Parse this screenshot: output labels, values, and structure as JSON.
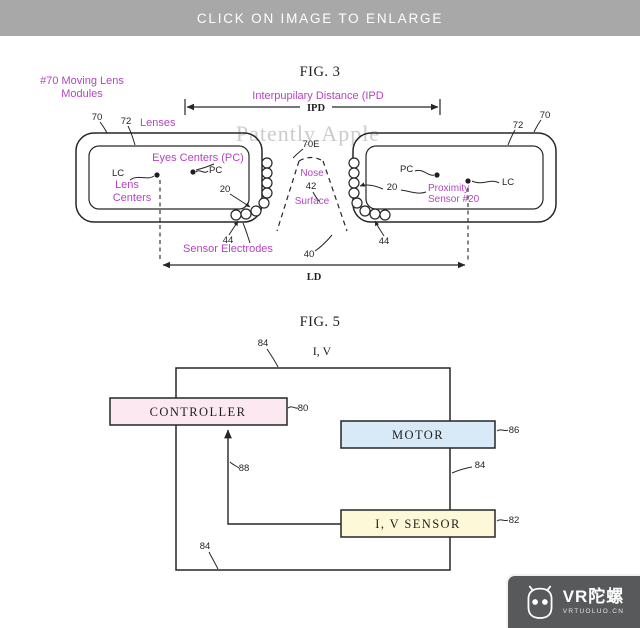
{
  "banner": {
    "text": "CLICK ON IMAGE TO ENLARGE"
  },
  "fig3": {
    "title": "FIG. 3",
    "watermark": "Patently Apple",
    "labels": {
      "moving_lens_1": "#70 Moving Lens",
      "moving_lens_2": "Modules",
      "ipd_title": "Interpupilary Distance (IPD",
      "ipd": "IPD",
      "lenses": "Lenses",
      "eyes_centers": "Eyes Centers (PC)",
      "lens_centers_1": "Lens",
      "lens_centers_2": "Centers",
      "nose": "Nose",
      "surface": "Surface",
      "proximity_1": "Proximity",
      "proximity_2": "Sensor #20",
      "sensor_electrodes": "Sensor Electrodes",
      "ld": "LD",
      "pc": "PC",
      "lc": "LC"
    },
    "refs": {
      "n70": "70",
      "n72": "72",
      "n70e": "70E",
      "n20": "20",
      "n42": "42",
      "n44": "44",
      "n40": "40"
    }
  },
  "fig5": {
    "title": "FIG. 5",
    "iv": "I, V",
    "boxes": {
      "controller": "CONTROLLER",
      "motor": "MOTOR",
      "iv_sensor": "I, V SENSOR"
    },
    "refs": {
      "n80": "80",
      "n82": "82",
      "n84": "84",
      "n86": "86",
      "n88": "88"
    }
  },
  "logo": {
    "brand": "VR陀螺",
    "site": "VRTUOLUO.CN"
  },
  "colors": {
    "annotation": "#b544c0",
    "banner_bg": "#a8a8a8",
    "controller_fill": "#fce8f1",
    "motor_fill": "#d8eaf8",
    "sensor_fill": "#fdf8d8",
    "logo_bg": "#58595b",
    "watermark": "#cbcbcb"
  }
}
